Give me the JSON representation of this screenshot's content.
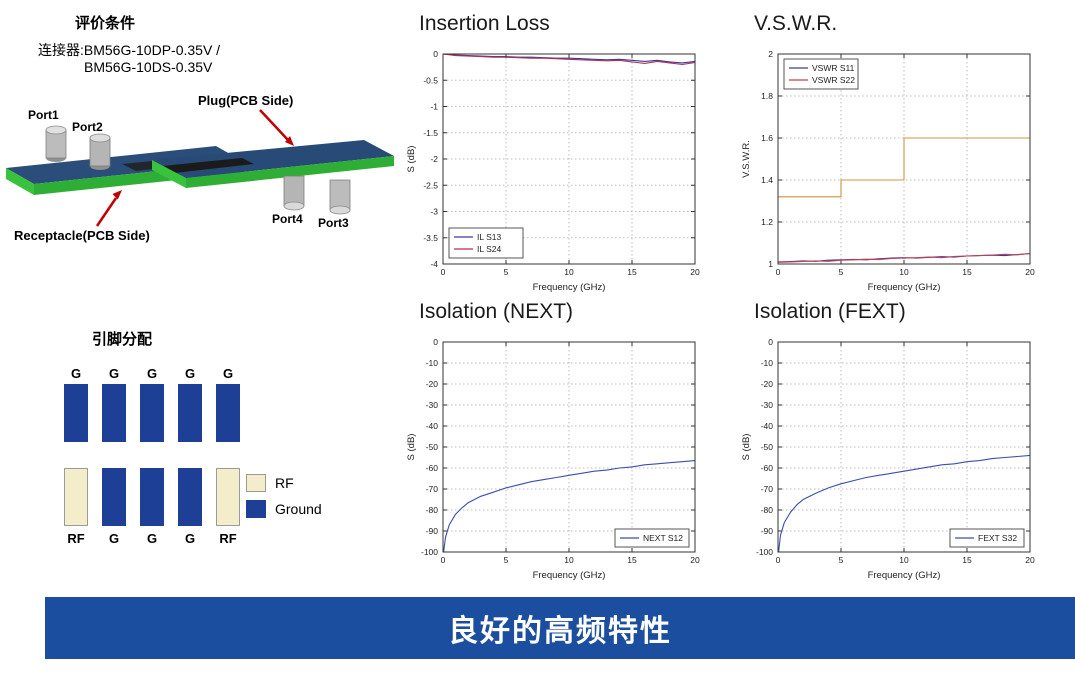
{
  "evaluation": {
    "title": "评价条件",
    "connector_line1": "连接器:BM56G-10DP-0.35V /",
    "connector_line2": "BM56G-10DS-0.35V",
    "port1": "Port1",
    "port2": "Port2",
    "port3": "Port3",
    "port4": "Port4",
    "plug_label": "Plug(PCB Side)",
    "receptacle_label": "Receptacle(PCB Side)"
  },
  "pin_assignment": {
    "title": "引脚分配",
    "top_row": [
      "G",
      "G",
      "G",
      "G",
      "G"
    ],
    "bottom_row": [
      "RF",
      "G",
      "G",
      "G",
      "RF"
    ],
    "legend": [
      {
        "label": "RF",
        "color": "#f4edc9"
      },
      {
        "label": "Ground",
        "color": "#1e3f96"
      }
    ]
  },
  "banner": {
    "text": "良好的高频特性",
    "color": "#1c4e9f"
  },
  "chart_data": [
    {
      "id": "insertion-loss",
      "type": "line",
      "title": "Insertion Loss",
      "xlabel": "Frequency (GHz)",
      "ylabel": "S (dB)",
      "xlim": [
        0,
        20
      ],
      "ylim": [
        -4,
        0
      ],
      "xticks": [
        "0",
        "5",
        "10",
        "15",
        "20"
      ],
      "yticks": [
        "0",
        "-0.5",
        "-1",
        "-1.5",
        "-2",
        "-2.5",
        "-3",
        "-3.5",
        "-4"
      ],
      "grid": true,
      "legend_position": "bottom-left",
      "series": [
        {
          "name": "IL S13",
          "color": "#3a3a9f",
          "x": [
            0,
            1,
            2,
            3,
            4,
            5,
            6,
            7,
            8,
            9,
            10,
            11,
            12,
            13,
            14,
            15,
            16,
            17,
            18,
            19,
            20
          ],
          "y": [
            0,
            -0.02,
            -0.03,
            -0.04,
            -0.05,
            -0.05,
            -0.06,
            -0.06,
            -0.07,
            -0.08,
            -0.08,
            -0.09,
            -0.1,
            -0.11,
            -0.1,
            -0.12,
            -0.14,
            -0.12,
            -0.15,
            -0.17,
            -0.14
          ]
        },
        {
          "name": "IL S24",
          "color": "#b03050",
          "x": [
            0,
            1,
            2,
            3,
            4,
            5,
            6,
            7,
            8,
            9,
            10,
            11,
            12,
            13,
            14,
            15,
            16,
            17,
            18,
            19,
            20
          ],
          "y": [
            0,
            -0.03,
            -0.04,
            -0.05,
            -0.06,
            -0.06,
            -0.07,
            -0.08,
            -0.08,
            -0.09,
            -0.1,
            -0.11,
            -0.12,
            -0.13,
            -0.12,
            -0.15,
            -0.18,
            -0.14,
            -0.17,
            -0.2,
            -0.16
          ]
        }
      ]
    },
    {
      "id": "vswr",
      "type": "line",
      "title": "V.S.W.R.",
      "xlabel": "Frequency (GHz)",
      "ylabel": "V.S.W.R.",
      "xlim": [
        0,
        20
      ],
      "ylim": [
        1,
        2
      ],
      "xticks": [
        "0",
        "5",
        "10",
        "15",
        "20"
      ],
      "yticks": [
        "1",
        "1.2",
        "1.4",
        "1.6",
        "1.8",
        "2"
      ],
      "grid": true,
      "legend_position": "top-left",
      "series": [
        {
          "name": "VSWR S11",
          "color": "#3a3a9f",
          "x": [
            0,
            1,
            2,
            3,
            4,
            5,
            6,
            7,
            8,
            9,
            10,
            11,
            12,
            13,
            14,
            15,
            16,
            17,
            18,
            19,
            20
          ],
          "y": [
            1.01,
            1.012,
            1.015,
            1.013,
            1.018,
            1.02,
            1.022,
            1.02,
            1.025,
            1.028,
            1.03,
            1.028,
            1.032,
            1.035,
            1.033,
            1.038,
            1.04,
            1.042,
            1.04,
            1.045,
            1.05
          ]
        },
        {
          "name": "VSWR S22",
          "color": "#c24050",
          "x": [
            0,
            1,
            2,
            3,
            4,
            5,
            6,
            7,
            8,
            9,
            10,
            11,
            12,
            13,
            14,
            15,
            16,
            17,
            18,
            19,
            20
          ],
          "y": [
            1.008,
            1.01,
            1.012,
            1.015,
            1.013,
            1.018,
            1.02,
            1.023,
            1.021,
            1.026,
            1.028,
            1.03,
            1.033,
            1.03,
            1.036,
            1.038,
            1.04,
            1.043,
            1.046,
            1.044,
            1.05
          ]
        },
        {
          "name": "spec limit",
          "color": "#cf9440",
          "in_legend": false,
          "x": [
            0,
            5,
            5,
            10,
            10,
            20
          ],
          "y": [
            1.32,
            1.32,
            1.4,
            1.4,
            1.6,
            1.6
          ]
        }
      ]
    },
    {
      "id": "isolation-next",
      "type": "line",
      "title": "Isolation (NEXT)",
      "xlabel": "Frequency (GHz)",
      "ylabel": "S (dB)",
      "xlim": [
        0,
        20
      ],
      "ylim": [
        -100,
        0
      ],
      "xticks": [
        "0",
        "5",
        "10",
        "15",
        "20"
      ],
      "yticks": [
        "0",
        "-10",
        "-20",
        "-30",
        "-40",
        "-50",
        "-60",
        "-70",
        "-80",
        "-90",
        "-100"
      ],
      "grid": true,
      "legend_position": "bottom-right",
      "series": [
        {
          "name": "NEXT S12",
          "color": "#3a4fae",
          "x": [
            0.05,
            0.2,
            0.5,
            1,
            1.5,
            2,
            3,
            4,
            5,
            6,
            7,
            8,
            9,
            10,
            11,
            12,
            13,
            14,
            15,
            16,
            17,
            18,
            19,
            20
          ],
          "y": [
            -100,
            -93,
            -87,
            -82,
            -79,
            -76.5,
            -73.5,
            -71.5,
            -69.5,
            -68,
            -66.5,
            -65.5,
            -64.5,
            -63.5,
            -62.5,
            -61.5,
            -61,
            -60,
            -59.5,
            -58.5,
            -58,
            -57.5,
            -57,
            -56.5
          ]
        }
      ]
    },
    {
      "id": "isolation-fext",
      "type": "line",
      "title": "Isolation (FEXT)",
      "xlabel": "Frequency (GHz)",
      "ylabel": "S (dB)",
      "xlim": [
        0,
        20
      ],
      "ylim": [
        -100,
        0
      ],
      "xticks": [
        "0",
        "5",
        "10",
        "15",
        "20"
      ],
      "yticks": [
        "0",
        "-10",
        "-20",
        "-30",
        "-40",
        "-50",
        "-60",
        "-70",
        "-80",
        "-90",
        "-100"
      ],
      "grid": true,
      "legend_position": "bottom-right",
      "series": [
        {
          "name": "FEXT S32",
          "color": "#3a4fae",
          "x": [
            0.05,
            0.2,
            0.5,
            1,
            1.5,
            2,
            3,
            4,
            5,
            6,
            7,
            8,
            9,
            10,
            11,
            12,
            13,
            14,
            15,
            16,
            17,
            18,
            19,
            20
          ],
          "y": [
            -100,
            -92,
            -86,
            -81,
            -77.5,
            -75,
            -72,
            -69.5,
            -67.5,
            -66,
            -64.5,
            -63.5,
            -62.5,
            -61.5,
            -60.5,
            -59.5,
            -58.5,
            -58,
            -57,
            -56.5,
            -55.5,
            -55,
            -54.5,
            -54
          ]
        }
      ]
    }
  ]
}
